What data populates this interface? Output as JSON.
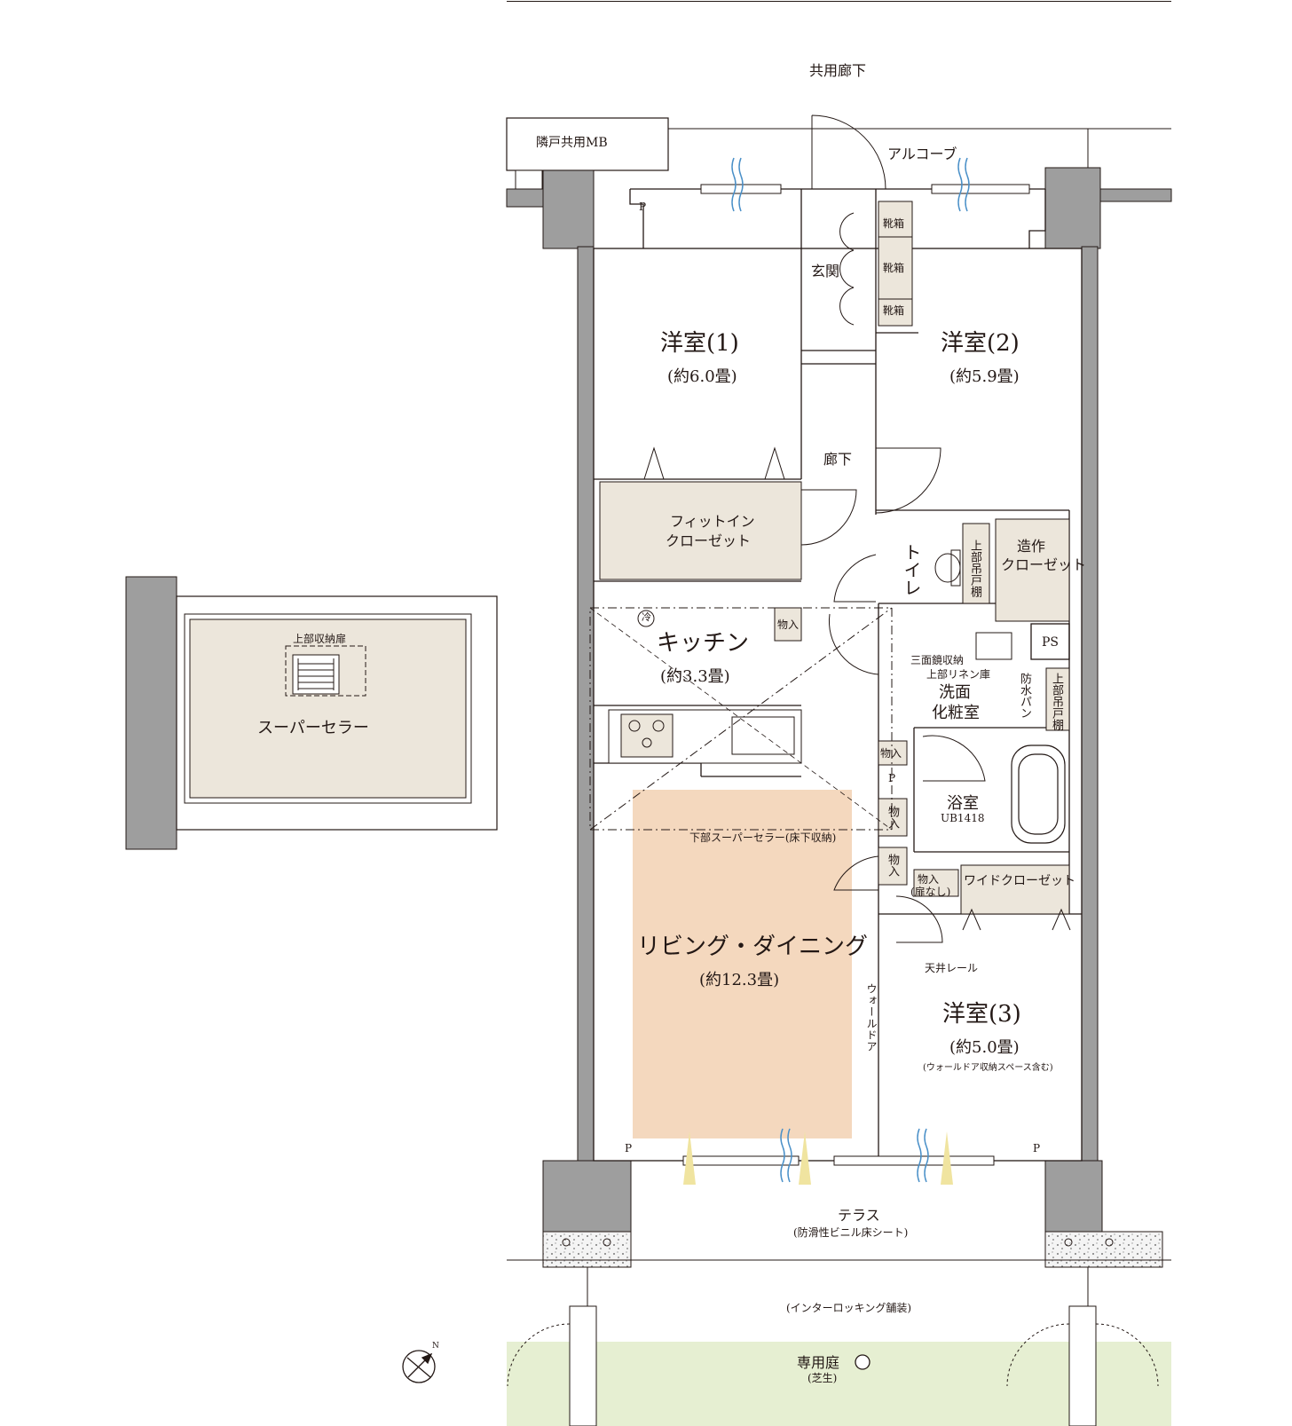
{
  "corridor": {
    "label": "共用廊下",
    "alcove": "アルコーブ",
    "meter_box": "隣戸共用MB"
  },
  "entrance": {
    "label": "玄関",
    "shoe_box": "靴箱"
  },
  "hallway": {
    "label": "廊下"
  },
  "pipe_space": {
    "p": "P",
    "ps": "PS"
  },
  "rooms": {
    "western1": {
      "name": "洋室(1)",
      "size": "(約6.0畳)"
    },
    "western2": {
      "name": "洋室(2)",
      "size": "(約5.9畳)"
    },
    "western3": {
      "name": "洋室(3)",
      "size": "(約5.0畳)",
      "note": "(ウォールドア収納スペース含む)"
    },
    "kitchen": {
      "name": "キッチン",
      "size": "(約3.3畳)",
      "fridge_mark": "冷"
    },
    "living": {
      "name": "リビング・ダイニング",
      "size": "(約12.3畳)"
    },
    "washroom": {
      "name_line1": "洗面",
      "name_line2": "化粧室"
    },
    "toilet": {
      "name": "トイレ"
    },
    "bath": {
      "name": "浴室",
      "unit": "UB1418"
    }
  },
  "storage": {
    "fit_in_closet": {
      "line1": "フィットイン",
      "line2": "クローゼット"
    },
    "built_closet": {
      "line1": "造作",
      "line2": "クローゼット"
    },
    "wide_closet": "ワイドクローゼット",
    "upper_cabinet": "上部吊戸棚",
    "mirror_storage": "三面鏡収納",
    "linen": "上部リネン庫",
    "waterproof_pan": "防水パン",
    "storage_short": "物入",
    "storage_no_door_line1": "物入",
    "storage_no_door_line2": "(扉なし)",
    "under_floor": "下部スーパーセラー(床下収納)",
    "ceiling_rail": "天井レール",
    "wall_door": "ウォールドア"
  },
  "outside": {
    "terrace": "テラス",
    "terrace_note": "(防滑性ビニル床シート)",
    "paving": "(インターロッキング舗装)",
    "garden": "専用庭",
    "garden_note": "(芝生)"
  },
  "super_cellar": {
    "title": "スーパーセラー",
    "upper": "上部収納扉"
  },
  "compass": {
    "north": "N"
  },
  "colors": {
    "wall": "#9e9e9e",
    "storage_fill": "#ece6db",
    "living_highlight": "#f4d8be",
    "garden": "#e6efd2",
    "line": "#231815",
    "window_accent": "#4a90c8",
    "light_beam": "#f0e4a0"
  }
}
